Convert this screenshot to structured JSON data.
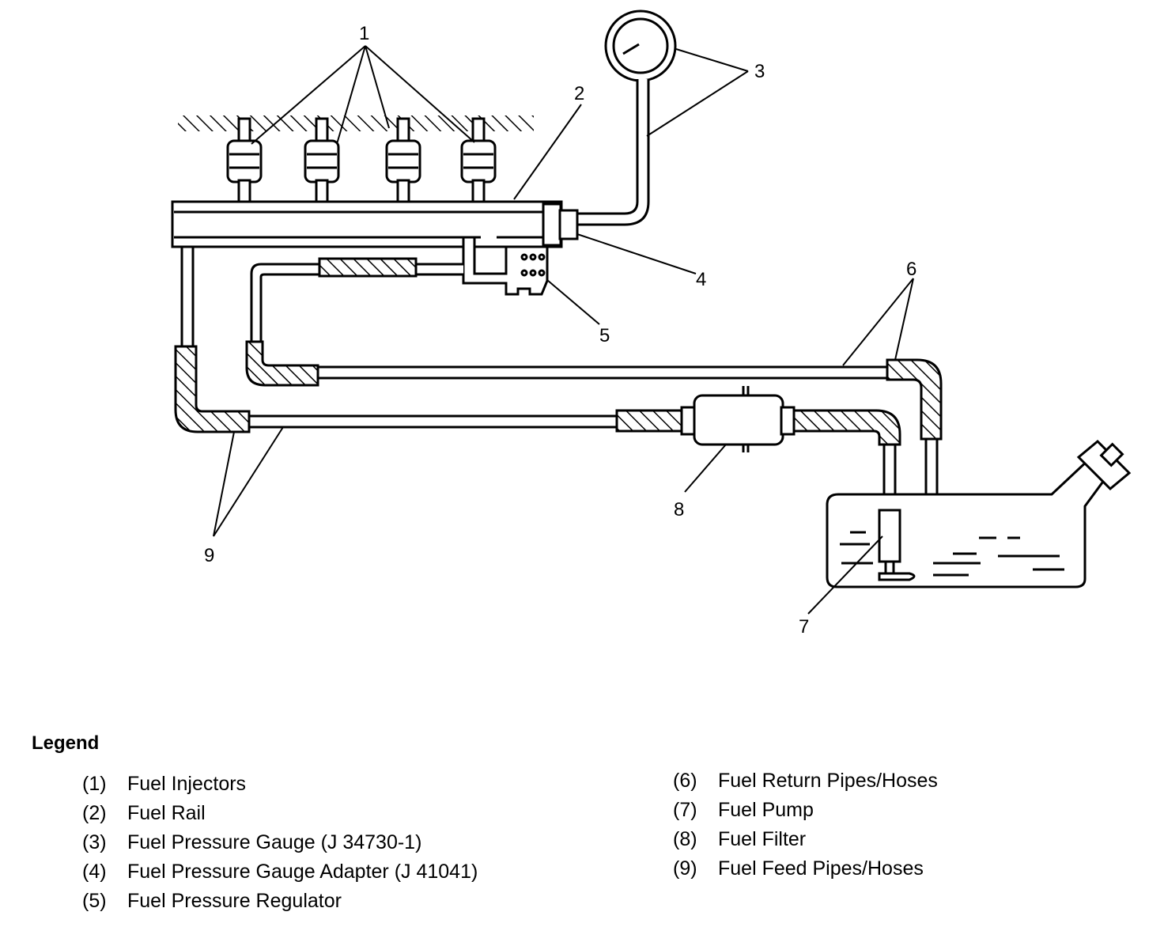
{
  "callouts": [
    "1",
    "2",
    "3",
    "4",
    "5",
    "6",
    "7",
    "8",
    "9"
  ],
  "legend": {
    "title": "Legend",
    "items": [
      {
        "num": "(1)",
        "label": "Fuel Injectors"
      },
      {
        "num": "(2)",
        "label": "Fuel Rail"
      },
      {
        "num": "(3)",
        "label": "Fuel Pressure Gauge (J 34730-1)"
      },
      {
        "num": "(4)",
        "label": "Fuel Pressure Gauge Adapter (J 41041)"
      },
      {
        "num": "(5)",
        "label": "Fuel Pressure Regulator"
      },
      {
        "num": "(6)",
        "label": "Fuel Return Pipes/Hoses"
      },
      {
        "num": "(7)",
        "label": "Fuel Pump"
      },
      {
        "num": "(8)",
        "label": "Fuel Filter"
      },
      {
        "num": "(9)",
        "label": "Fuel Feed Pipes/Hoses"
      }
    ]
  }
}
